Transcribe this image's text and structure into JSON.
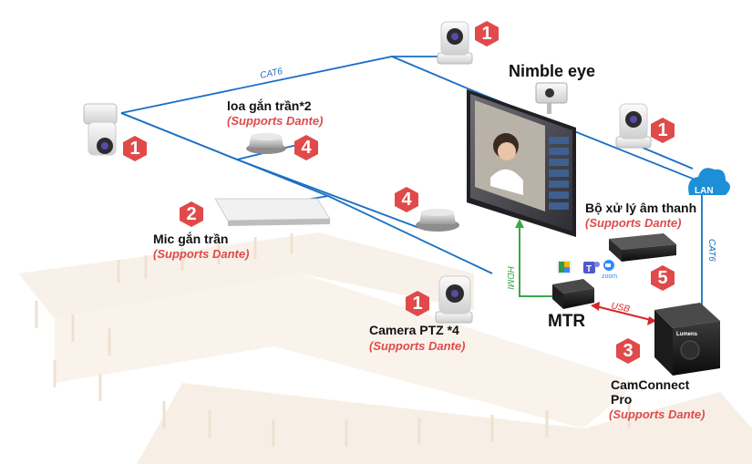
{
  "colors": {
    "cable": "#1a6fc4",
    "hdmi": "#3aa84a",
    "usb": "#d8262a",
    "badge": "#e04a4a",
    "dante": "#e04a4a",
    "lan_cloud": "#1c8fd6"
  },
  "cables": {
    "cat6_top": "CAT6",
    "cat6_right": "CAT6",
    "hdmi": "HDMI",
    "usb": "USB",
    "lan": "LAN"
  },
  "devices": {
    "nimble_eye": "Nimble eye",
    "speaker": {
      "title": "loa gắn trần*2",
      "sub": "(Supports Dante)"
    },
    "mic": {
      "title": "Mic gắn trần",
      "sub": "(Supports Dante)"
    },
    "camera": {
      "title": "Camera  PTZ *4",
      "sub": "(Supports Dante)"
    },
    "dsp": {
      "title": "Bộ xử lý âm thanh",
      "sub": "(Supports Dante)"
    },
    "mtr": "MTR",
    "camconnect": {
      "title_line1": "CamConnect",
      "title_line2": "Pro",
      "sub": "(Supports Dante)"
    },
    "zoom_text": "zoom",
    "lumens_brand": "Lumens"
  },
  "badges": {
    "cam_top": "1",
    "cam_left": "1",
    "cam_right": "1",
    "cam_bottom": "1",
    "mic": "2",
    "camconnect": "3",
    "speaker_top": "4",
    "speaker_mid": "4",
    "dsp": "5"
  },
  "icons": [
    "ptz-camera-icon",
    "ceiling-speaker-icon",
    "ceiling-mic-icon",
    "display-screen-icon",
    "nimble-eye-camera-icon",
    "dsp-box-icon",
    "mtr-box-icon",
    "camconnect-box-icon",
    "teams-icon",
    "zoom-icon",
    "meet-icon",
    "lan-cloud-icon"
  ]
}
